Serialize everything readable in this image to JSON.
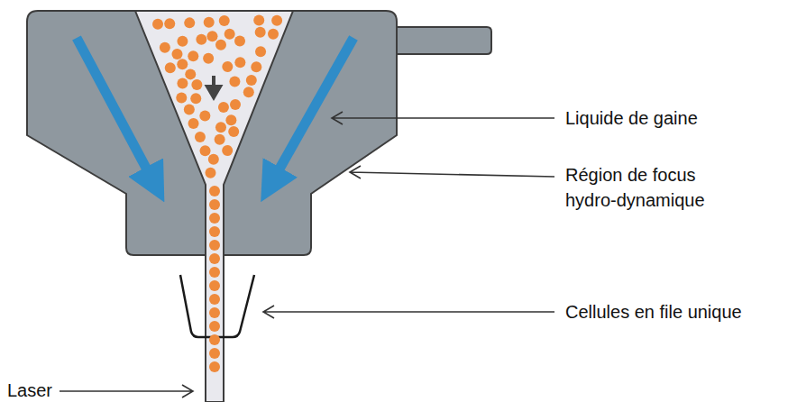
{
  "diagram": {
    "labels": [
      "Liquide de gaine",
      "Région de focus hydro-dynamique",
      "Cellules en file unique",
      "Laser"
    ]
  }
}
